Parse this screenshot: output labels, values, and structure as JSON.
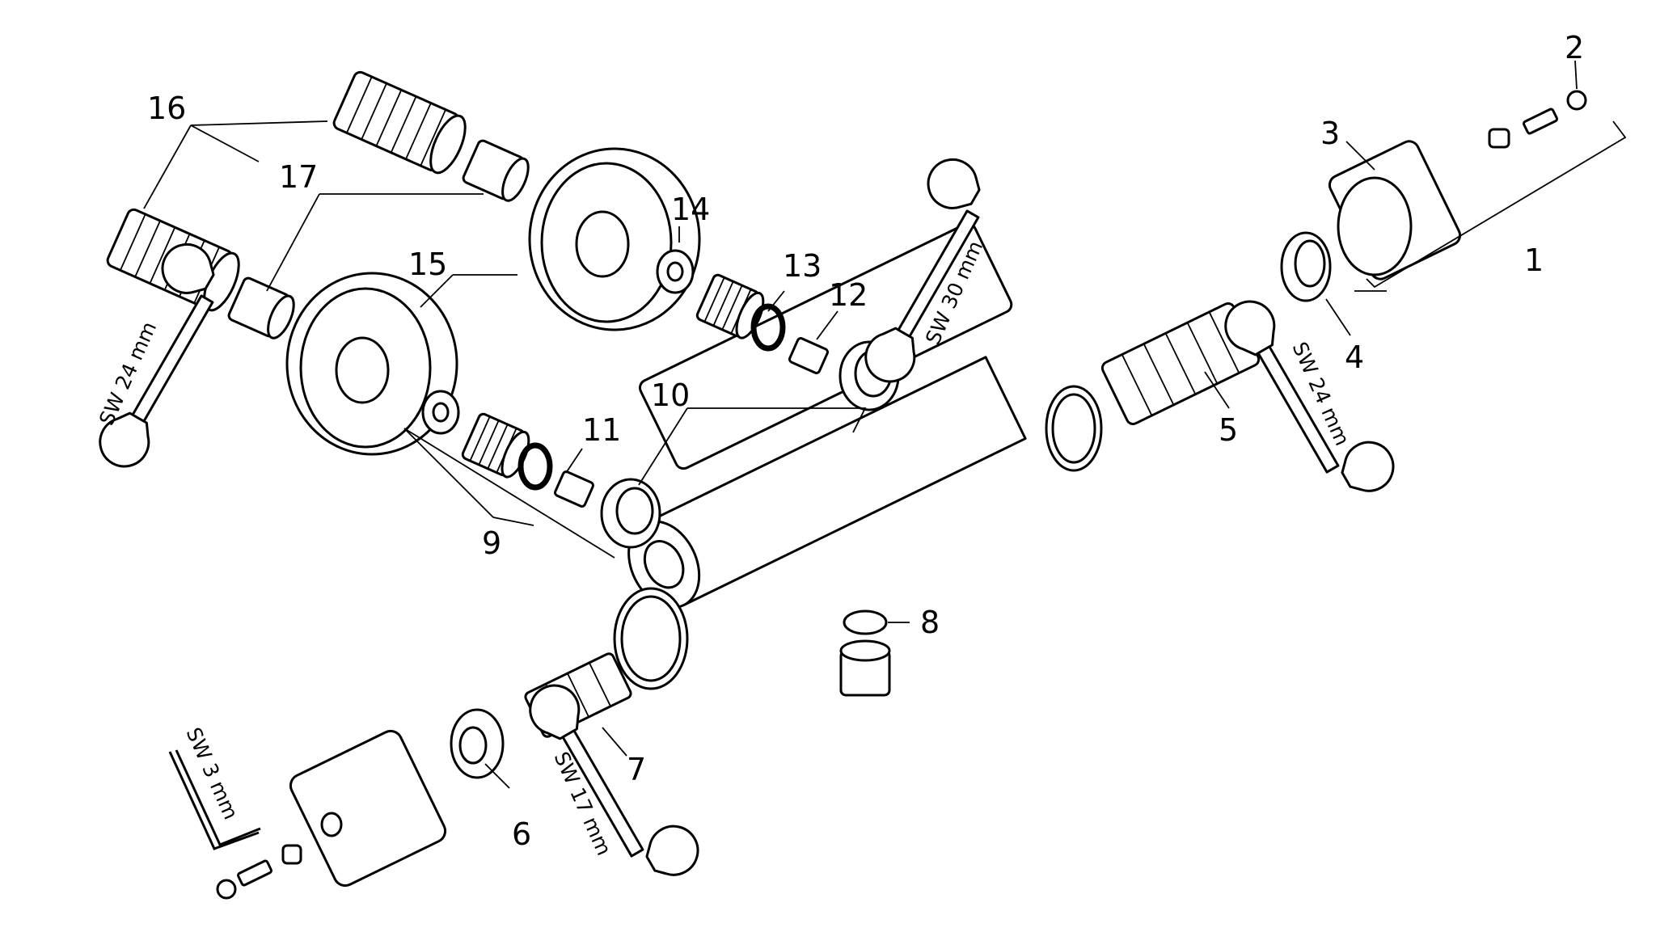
{
  "callouts": [
    "1",
    "2",
    "3",
    "4",
    "5",
    "6",
    "7",
    "8",
    "9",
    "10",
    "11",
    "12",
    "13",
    "14",
    "15",
    "16",
    "17"
  ],
  "tool_labels": {
    "wrench_upper_left": "SW 24 mm",
    "wrench_upper_center": "SW 30 mm",
    "wrench_right": "SW 24 mm",
    "wrench_lower": "SW 17 mm",
    "hex_key": "SW 3 mm"
  }
}
